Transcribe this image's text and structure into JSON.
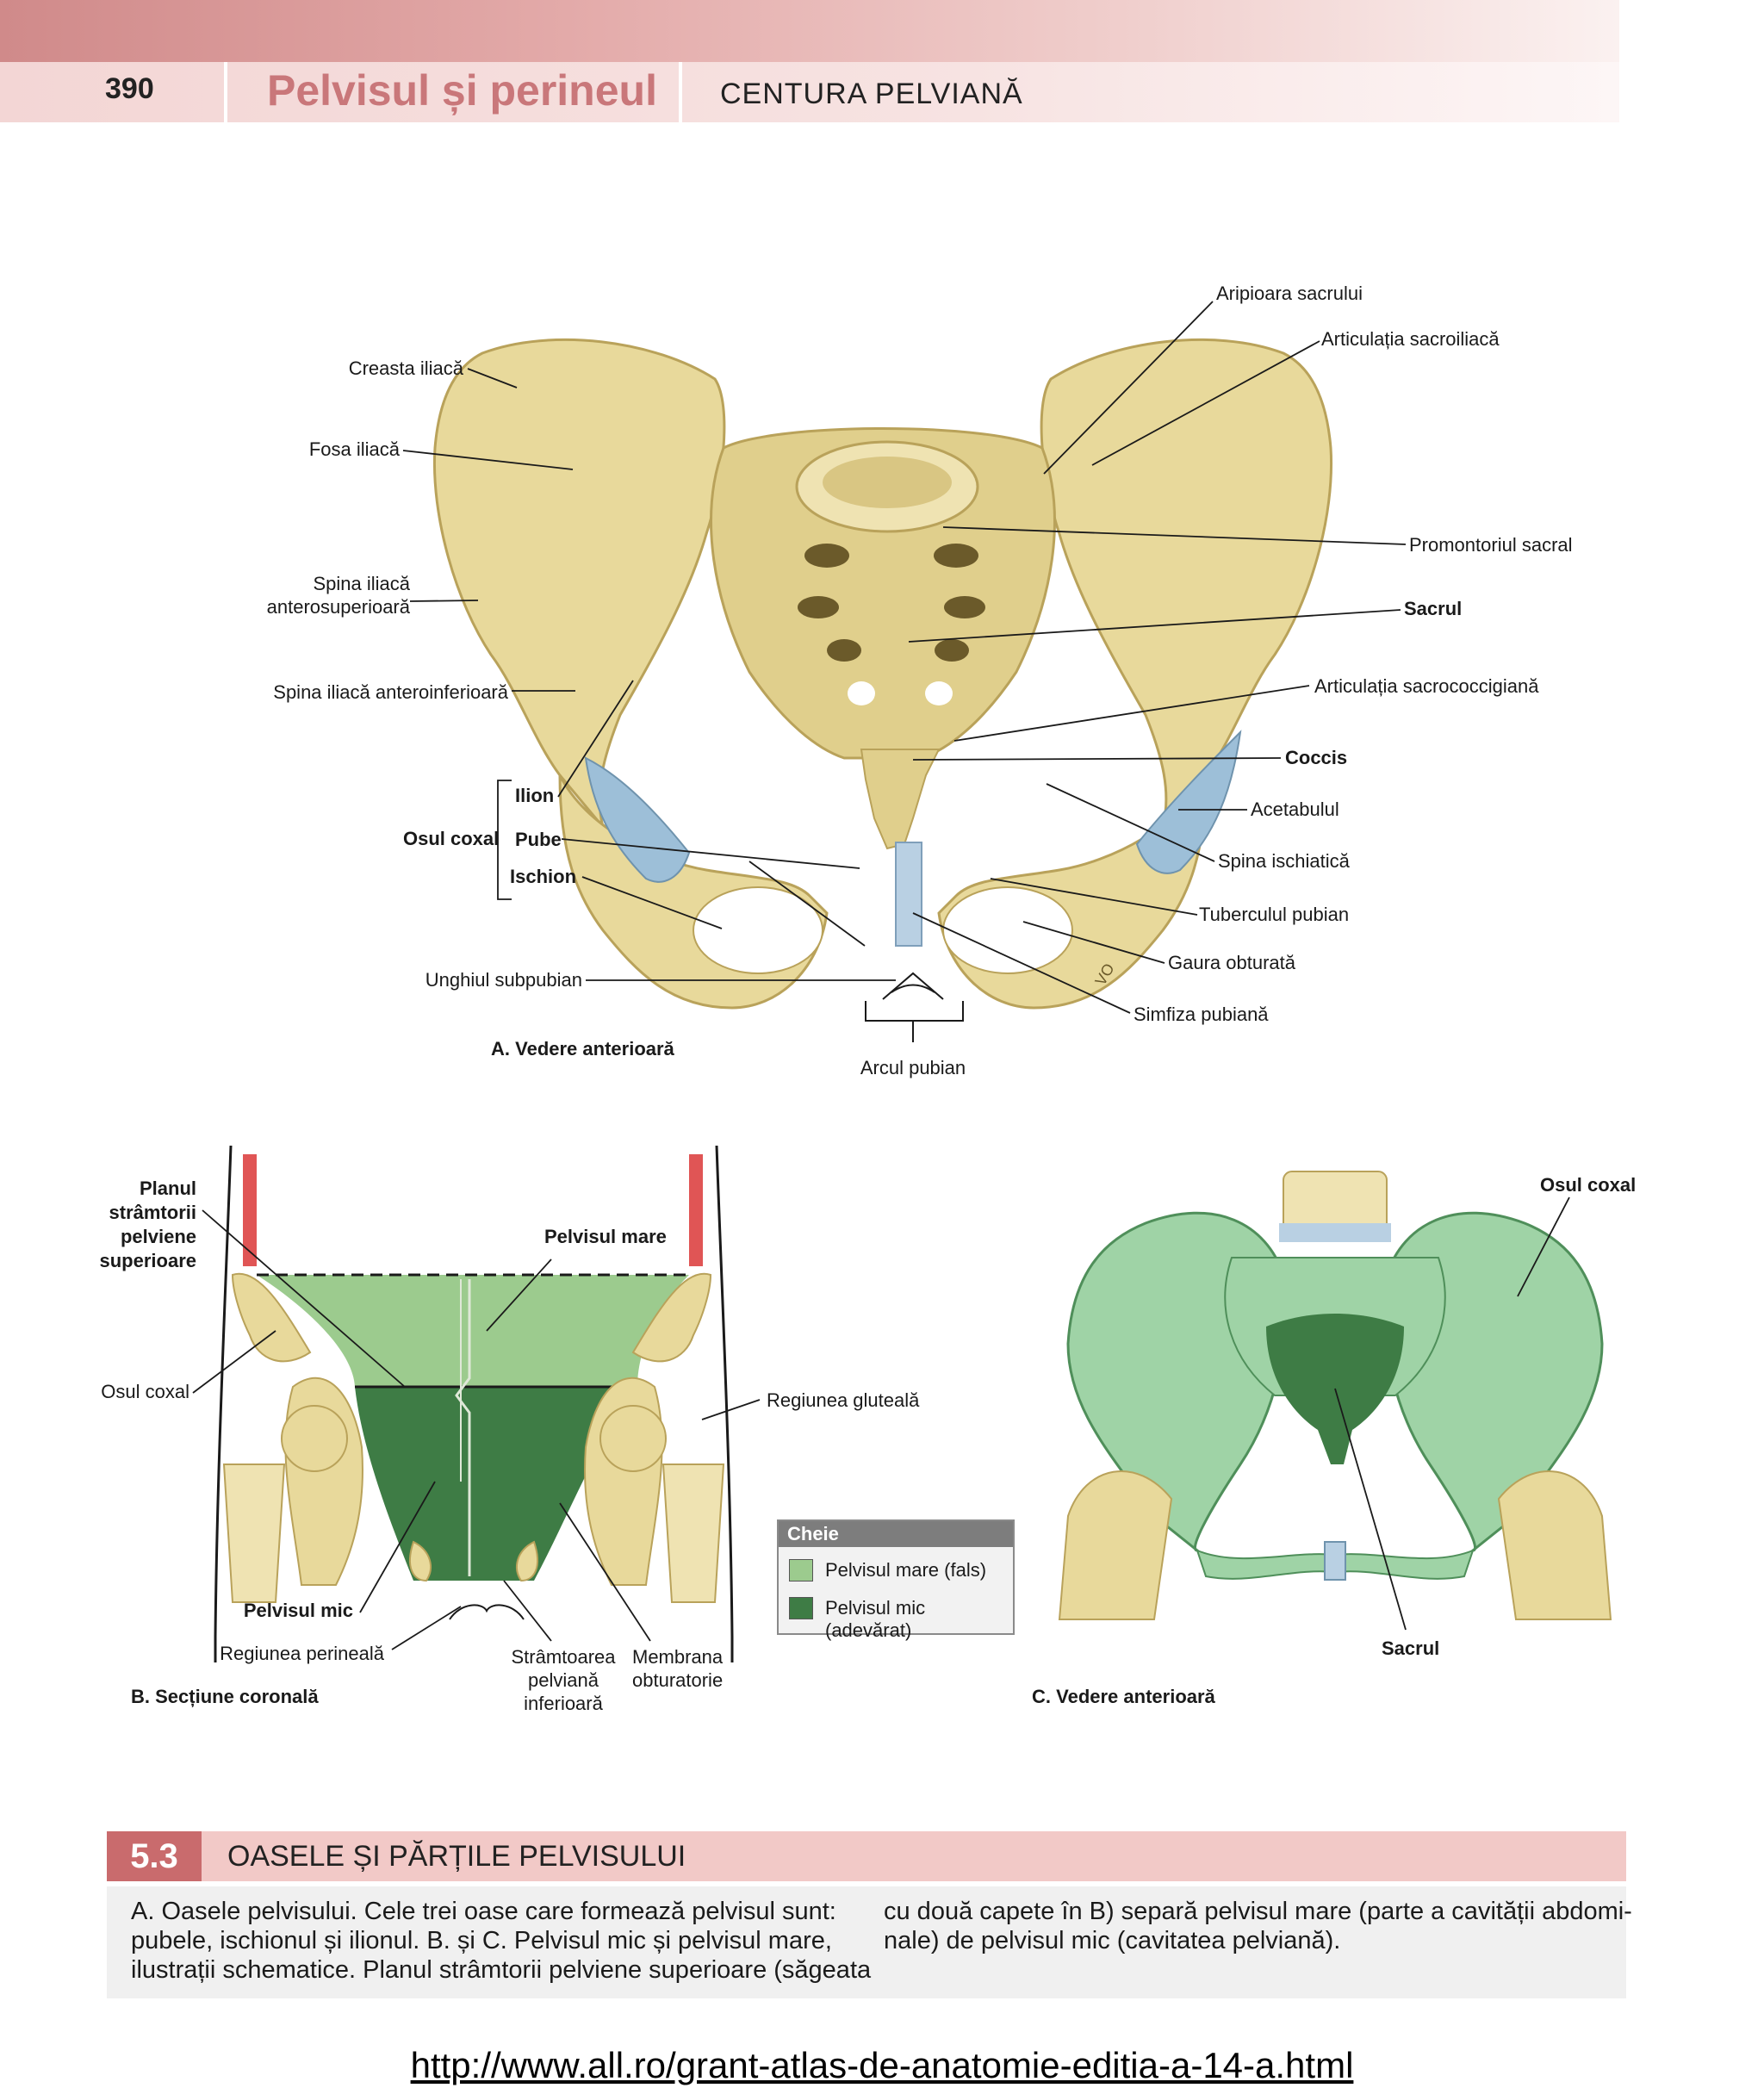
{
  "header": {
    "page_number": "390",
    "chapter_title": "Pelvisul și perineul",
    "section_title": "CENTURA PELVIANĂ"
  },
  "figure_a": {
    "caption_letter": "A.",
    "caption_text": "Vedere anterioară",
    "labels": {
      "creasta_iliaca": "Creasta iliacă",
      "fosa_iliaca": "Fosa iliacă",
      "spina_antsup_1": "Spina iliacă",
      "spina_antsup_2": "anterosuperioară",
      "spina_antinf": "Spina iliacă anteroinferioară",
      "osul_coxal": "Osul coxal",
      "ilion": "Ilion",
      "pube": "Pube",
      "ischion": "Ischion",
      "unghiul_subpubian": "Unghiul subpubian",
      "arcul_pubian": "Arcul pubian",
      "aripioara": "Aripioara sacrului",
      "art_sacroiliaca": "Articulația sacroiliacă",
      "promontoriul": "Promontoriul sacral",
      "sacrul": "Sacrul",
      "art_sacrococcigiana": "Articulația sacrococcigiană",
      "coccis": "Coccis",
      "acetabulul": "Acetabulul",
      "spina_ischiatica": "Spina ischiatică",
      "tuberculul_pubian": "Tuberculul pubian",
      "gaura_obturata": "Gaura obturată",
      "simfiza_pubiana": "Simfiza pubiană",
      "signature": "VO"
    }
  },
  "figure_b": {
    "caption_letter": "B.",
    "caption_text": "Secțiune coronală",
    "labels": {
      "planul_1": "Planul",
      "planul_2": "strâmtorii",
      "planul_3": "pelviene",
      "planul_4": "superioare",
      "pelvisul_mare": "Pelvisul mare",
      "osul_coxal": "Osul coxal",
      "regiunea_gluteala": "Regiunea gluteală",
      "pelvisul_mic": "Pelvisul mic",
      "regiunea_perineala": "Regiunea perineală",
      "stramtoarea_1": "Strâmtoarea",
      "stramtoarea_2": "pelviană",
      "stramtoarea_3": "inferioară",
      "membrana_1": "Membrana",
      "membrana_2": "obturatorie"
    }
  },
  "key": {
    "title": "Cheie",
    "items": [
      {
        "label": "Pelvisul mare (fals)",
        "color": "#9ccb8e"
      },
      {
        "label": "Pelvisul mic (adevărat)",
        "color": "#3e7c45"
      }
    ]
  },
  "figure_c": {
    "caption_letter": "C.",
    "caption_text": "Vedere anterioară",
    "labels": {
      "osul_coxal": "Osul coxal",
      "sacrul": "Sacrul"
    }
  },
  "caption": {
    "number": "5.3",
    "title": "OASELE ȘI PĂRȚILE PELVISULUI",
    "left_lines": [
      "A. Oasele pelvisului. Cele trei oase care formează pelvisul sunt:",
      "pubele, ischionul și ilionul. B. și C. Pelvisul mic și pelvisul mare,",
      "ilustrații schematice. Planul strâmtorii pelviene superioare (săgeata"
    ],
    "right_lines": [
      "cu două capete în B) separă pelvisul mare (parte a cavității abdomi-",
      "nale) de pelvisul mic (cavitatea pelviană)."
    ]
  },
  "colors": {
    "bone": "#e8d99b",
    "bone_dark": "#c9b56a",
    "cartilage_blue": "#9dbfd8",
    "false_pelvis": "#9ccb8e",
    "true_pelvis": "#3e7c45",
    "accent_pink": "#c96b6d"
  },
  "footer": {
    "url": "http://www.all.ro/grant-atlas-de-anatomie-editia-a-14-a.html"
  }
}
